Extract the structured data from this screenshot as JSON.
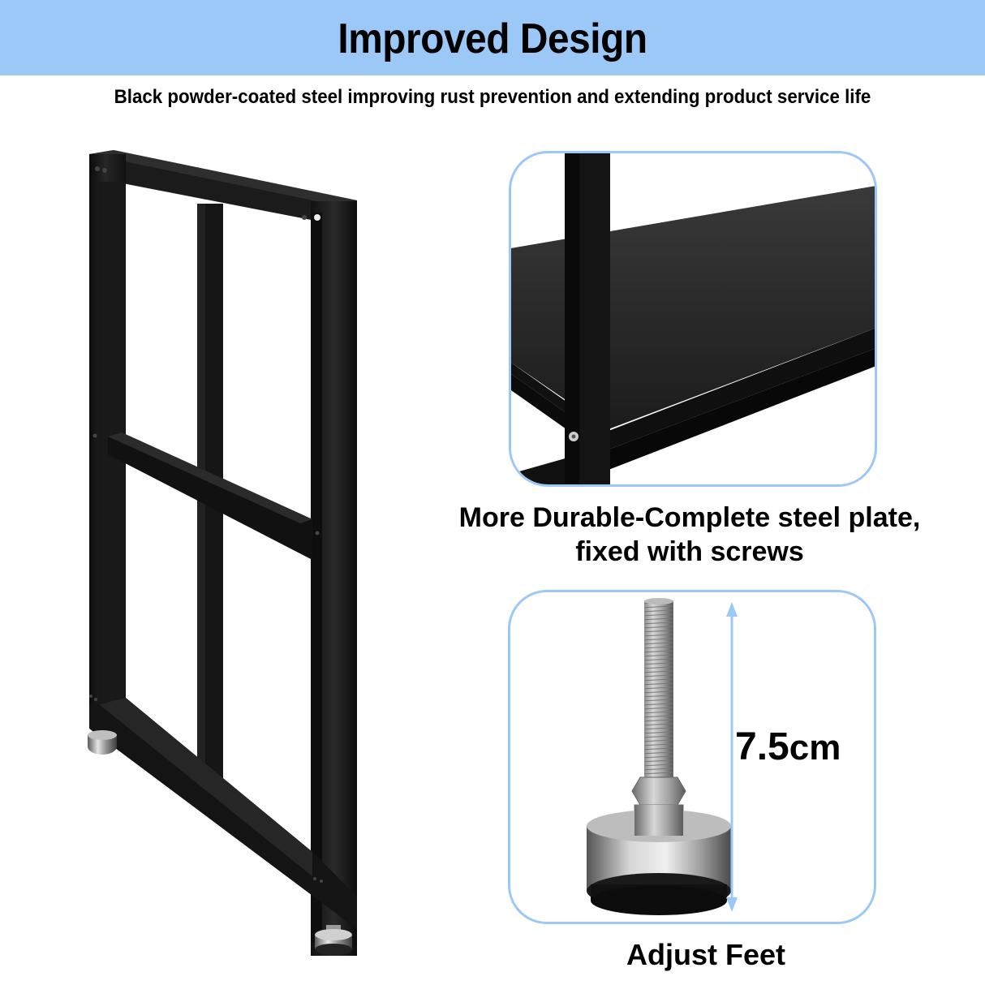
{
  "header": {
    "title": "Improved Design",
    "subtitle": "Black powder-coated steel improving rust prevention and extending product service life",
    "banner_color": "#9cc8f8"
  },
  "left_image": {
    "subject": "black-steel-side-frame-with-adjustable-feet"
  },
  "features": [
    {
      "subject": "steel-shelf-plate-closeup",
      "caption_line1": "More Durable-Complete steel plate,",
      "caption_line2": "fixed with screws"
    },
    {
      "subject": "adjustable-leveling-foot",
      "caption": "Adjust Feet",
      "measurement_value": "7.5",
      "measurement_unit": "cm"
    }
  ],
  "colors": {
    "panel_border": "#9cc8f8",
    "frame_black": "#151515",
    "arrow": "#9cc8f8"
  }
}
